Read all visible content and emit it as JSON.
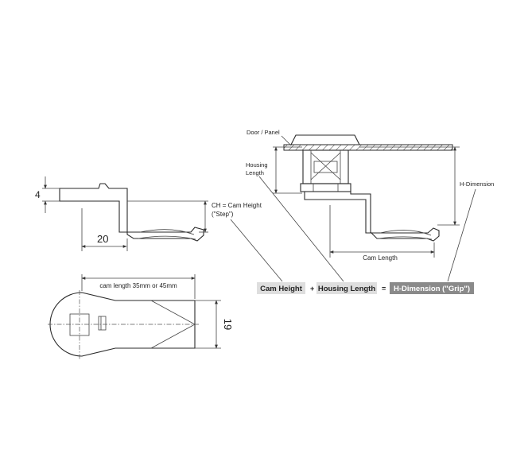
{
  "labels": {
    "dim_4": "4",
    "dim_20": "20",
    "dim_19": "19",
    "ch_line1": "CH = Cam Height",
    "ch_line2": "(\"Step\")",
    "cam_length_options": "cam length 35mm or 45mm",
    "door_panel": "Door / Panel",
    "housing_line1": "Housing",
    "housing_line2": "Length",
    "h_dimension": "H-Dimension",
    "cam_length": "Cam Length"
  },
  "formula": {
    "term1": "Cam Height",
    "op1": "+",
    "term2": "Housing Length",
    "op2": "=",
    "result": "H-Dimension (\"Grip\")"
  },
  "colors": {
    "chip": "#dedede",
    "result_chip": "#8a8a8a"
  }
}
